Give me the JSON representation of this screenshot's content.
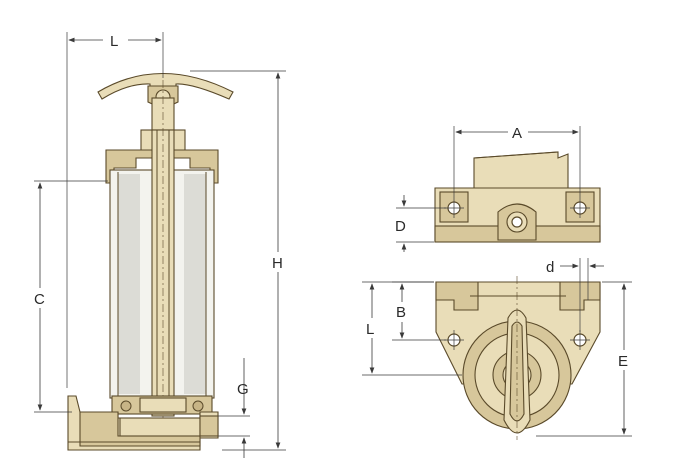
{
  "labels": {
    "side_width": "L",
    "side_height": "H",
    "side_cartridge": "C",
    "side_bottom": "G",
    "top_width": "A",
    "top_hole_height": "D",
    "bottom_hole_spacing": "d",
    "bottom_hole_offset": "B",
    "bottom_length": "L",
    "bottom_total": "E"
  },
  "colors": {
    "body": "#e9ddb8",
    "body_shade": "#d7c79b",
    "cartridge": "#f3f3ee",
    "outline": "#5a4a2a",
    "dimension": "#3a3a3a"
  }
}
